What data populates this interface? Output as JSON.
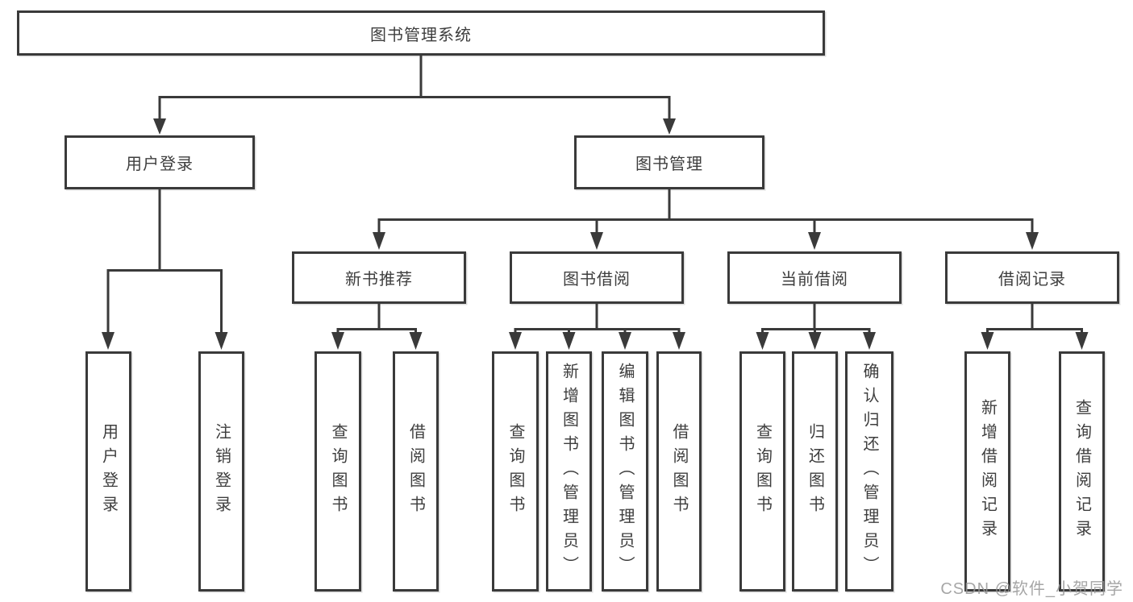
{
  "diagram": {
    "root": {
      "label": "图书管理系统"
    },
    "user_login": {
      "label": "用户登录",
      "children": {
        "login": "用户登录",
        "logout": "注销登录"
      }
    },
    "book_mgmt": {
      "label": "图书管理",
      "sections": {
        "new_books": {
          "label": "新书推荐",
          "children": {
            "query": "查询图书",
            "borrow": "借阅图书"
          }
        },
        "borrowing": {
          "label": "图书借阅",
          "children": {
            "query": "查询图书",
            "add": "新增图书（管理员）",
            "edit": "编辑图书（管理员）",
            "borrow": "借阅图书"
          }
        },
        "current": {
          "label": "当前借阅",
          "children": {
            "query": "查询图书",
            "return": "归还图书",
            "confirm": "确认归还（管理员）"
          }
        },
        "records": {
          "label": "借阅记录",
          "children": {
            "add": "新增借阅记录",
            "query": "查询借阅记录"
          }
        }
      }
    },
    "colors": {
      "line": "#3a3a3a",
      "text": "#3e3e3e",
      "background": "#ffffff",
      "watermark": "#969696"
    }
  },
  "watermark": {
    "text": "CSDN @软件_小贺同学"
  }
}
